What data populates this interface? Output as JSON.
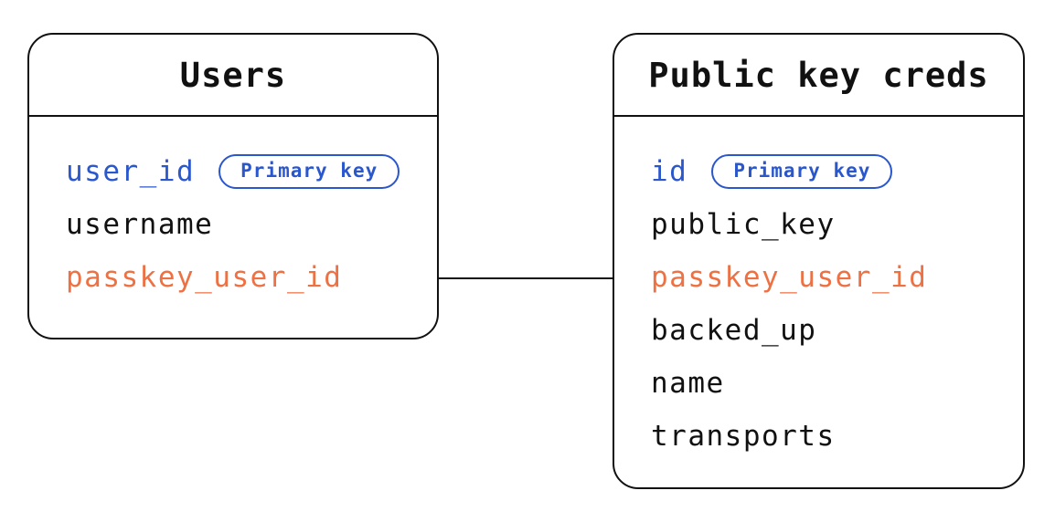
{
  "colors": {
    "text": "#111111",
    "primary_key_blue": "#2b57cd",
    "foreign_key_orange": "#ed7143",
    "border": "#111111",
    "background": "#ffffff"
  },
  "tables": [
    {
      "title": "Users",
      "rows": [
        {
          "label": "user_id",
          "badge": "Primary key"
        },
        {
          "label": "username"
        },
        {
          "label": "passkey_user_id"
        }
      ]
    },
    {
      "title": "Public key creds",
      "rows": [
        {
          "label": "id",
          "badge": "Primary key"
        },
        {
          "label": "public_key"
        },
        {
          "label": "passkey_user_id"
        },
        {
          "label": "backed_up"
        },
        {
          "label": "name"
        },
        {
          "label": "transports"
        }
      ]
    }
  ],
  "relationship": {
    "from": "Users.passkey_user_id",
    "to": "Public key creds.passkey_user_id"
  }
}
